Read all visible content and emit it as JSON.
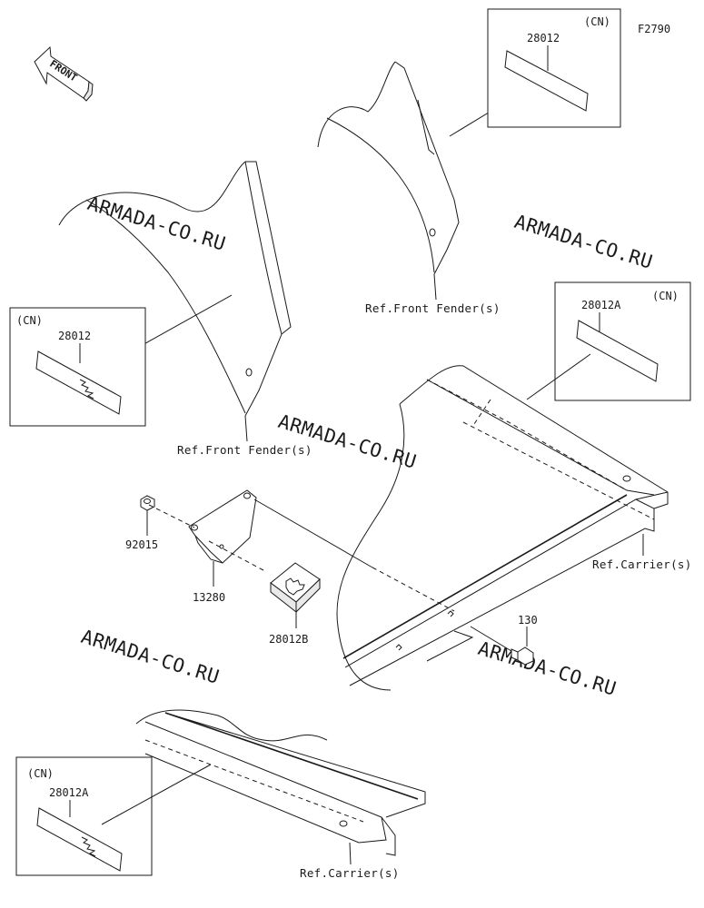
{
  "figure_code": "F2790",
  "front_arrow_label": "FRONT",
  "watermark": "ARMADA-CO.RU",
  "parts": {
    "decal_top": {
      "number": "28012",
      "region": "(CN)"
    },
    "decal_left": {
      "number": "28012",
      "region": "(CN)"
    },
    "decal_right": {
      "number": "28012A",
      "region": "(CN)"
    },
    "decal_bottom": {
      "number": "28012A",
      "region": "(CN)"
    },
    "nut": {
      "number": "92015"
    },
    "bracket": {
      "number": "13280"
    },
    "plate_decal": {
      "number": "28012B"
    },
    "bolt": {
      "number": "130"
    }
  },
  "references": {
    "front_fender": "Ref.Front Fender(s)",
    "carrier": "Ref.Carrier(s)"
  }
}
